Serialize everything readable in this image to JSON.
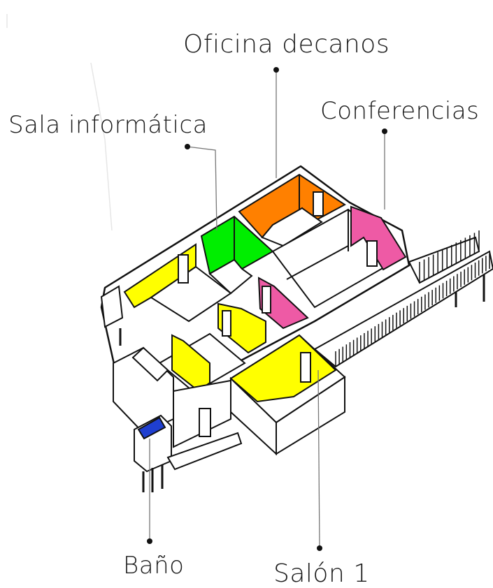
{
  "labels": {
    "oficina": "Oficina decanos",
    "sala": "Sala informática",
    "conferencias": "Conferencias",
    "bano": "Baño",
    "salon": "Salón 1"
  },
  "colors": {
    "sala_informatica": "#ffff00",
    "oficina_decanos": "#ff8000",
    "laboratorio": "#00ee00",
    "conferencias": "#ee5aa5",
    "bano": "#1f3fd0",
    "salon": "#ffff00",
    "outline": "#111111"
  }
}
